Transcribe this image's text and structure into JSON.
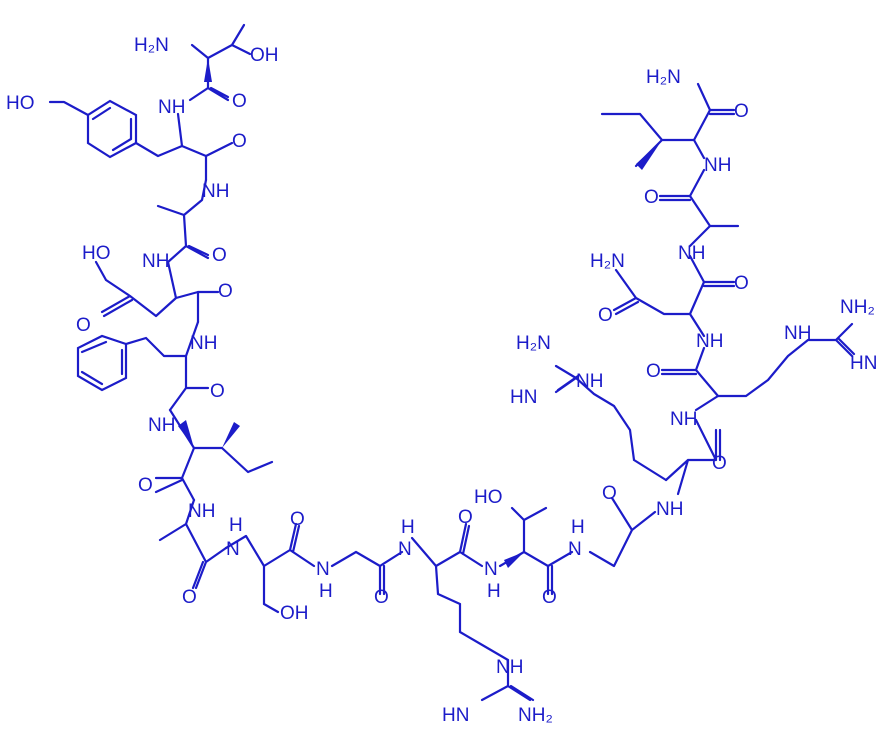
{
  "structure": {
    "color": "#1c1cc9",
    "labels": {
      "n_terminus": "H₂N",
      "thr1_hydroxyl": "OH",
      "tyr_phenol": "HO",
      "asp_acid": "HO",
      "amide_nh": "NH",
      "amide_n": "N",
      "h": "H",
      "oxygen": "O",
      "ser_hydroxyl": "OH",
      "thr_hydroxyl": "HO",
      "arg_nh": "NH",
      "arg_imine": "HN",
      "arg_amine": "NH₂",
      "arg_amine_left": "H₂N",
      "asn_amide": "H₂N",
      "c_terminus": "H₂N"
    }
  }
}
